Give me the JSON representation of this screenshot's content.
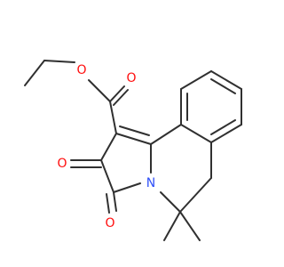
{
  "colors": {
    "bond": "#303030",
    "oxygen": "#ff0d0d",
    "nitrogen": "#3050f8",
    "background": "#ffffff"
  },
  "atoms": {
    "o_ester": "O",
    "o_carbonyl_ester": "O",
    "o_ketone_2": "O",
    "o_ketone_3": "O",
    "n_ring": "N"
  }
}
